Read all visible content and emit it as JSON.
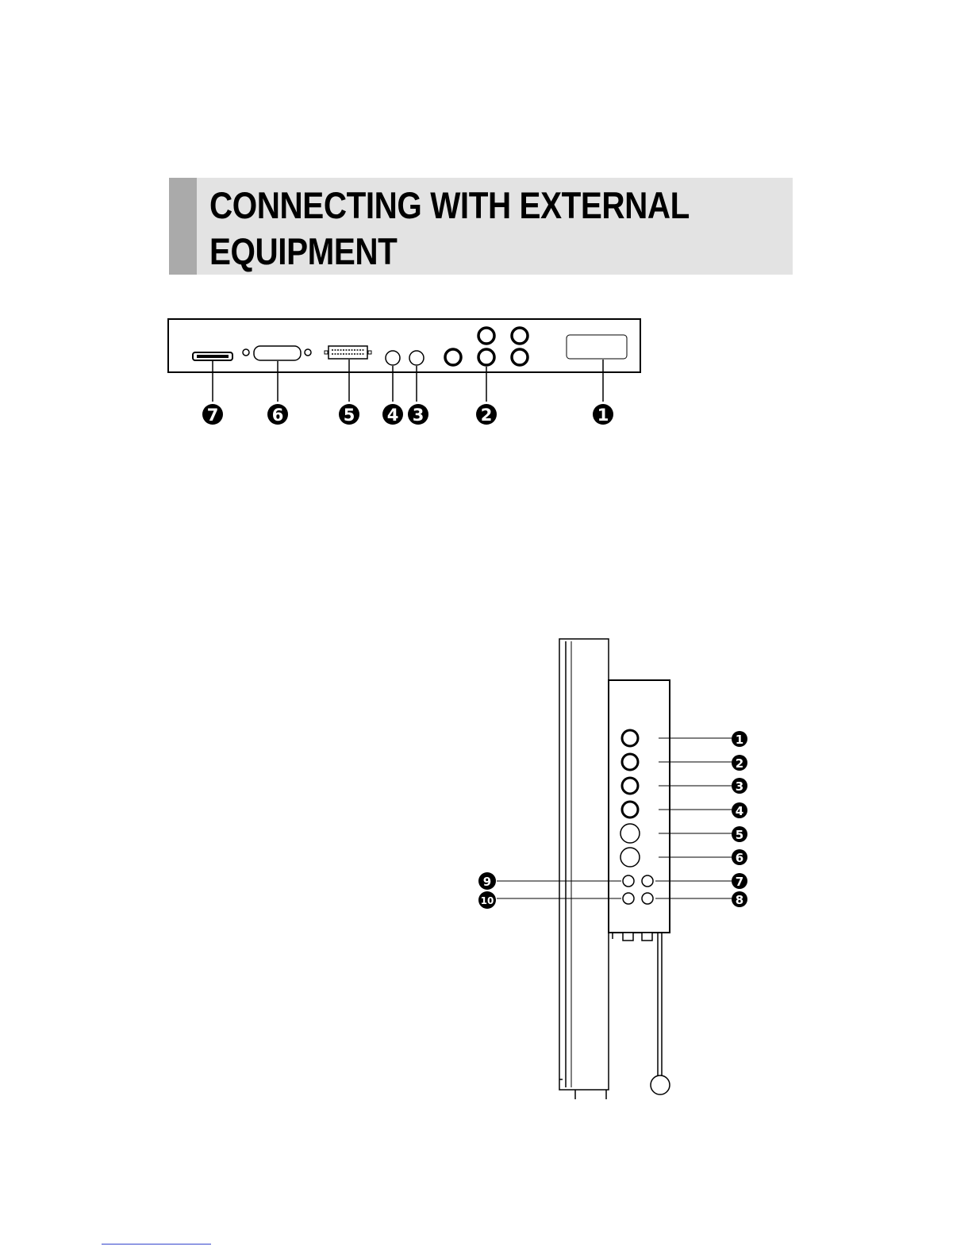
{
  "page": {
    "title": "CONNECTING WITH EXTERNAL EQUIPMENT"
  },
  "rear_panel": {
    "callouts": [
      "7",
      "6",
      "5",
      "4",
      "3",
      "2",
      "1"
    ]
  },
  "side_panel": {
    "callouts_right": [
      "1",
      "2",
      "3",
      "4",
      "5",
      "6",
      "7",
      "8"
    ],
    "callouts_left": [
      "9",
      "10"
    ]
  }
}
